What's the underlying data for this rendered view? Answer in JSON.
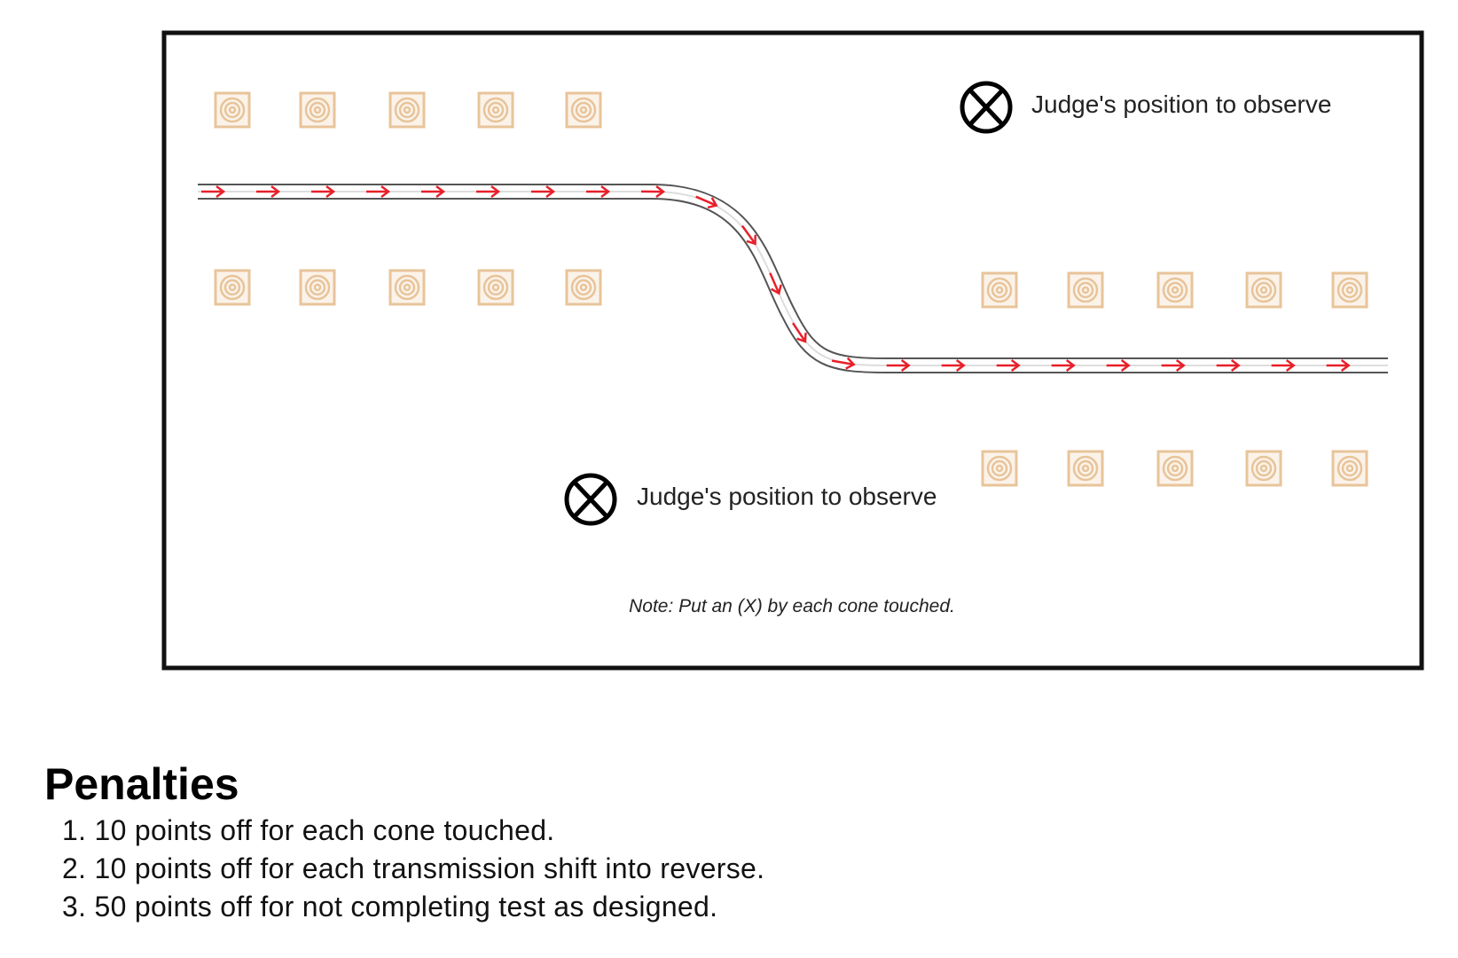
{
  "diagram": {
    "judge_top_label": "Judge's position to observe",
    "judge_bottom_label": "Judge's position to observe",
    "note": "Note: Put an (X) by each cone touched.",
    "colors": {
      "cone": "#e8c49a",
      "path_arrow": "#e8202a",
      "path_line": "#555555",
      "frame": "#111111"
    },
    "icons": {
      "judge": "circled-x-icon",
      "cone": "cone-target-icon",
      "arrow": "right-arrow-icon"
    },
    "cone_rows": [
      {
        "name": "upper-left-row",
        "count": 5
      },
      {
        "name": "lower-left-row",
        "count": 5
      },
      {
        "name": "upper-right-row",
        "count": 5
      },
      {
        "name": "lower-right-row",
        "count": 5
      }
    ]
  },
  "penalties": {
    "title": "Penalties",
    "items": [
      "1. 10 points off for each cone touched.",
      "2. 10 points off for each transmission shift into reverse.",
      "3. 50 points off for not completing test as designed."
    ]
  }
}
